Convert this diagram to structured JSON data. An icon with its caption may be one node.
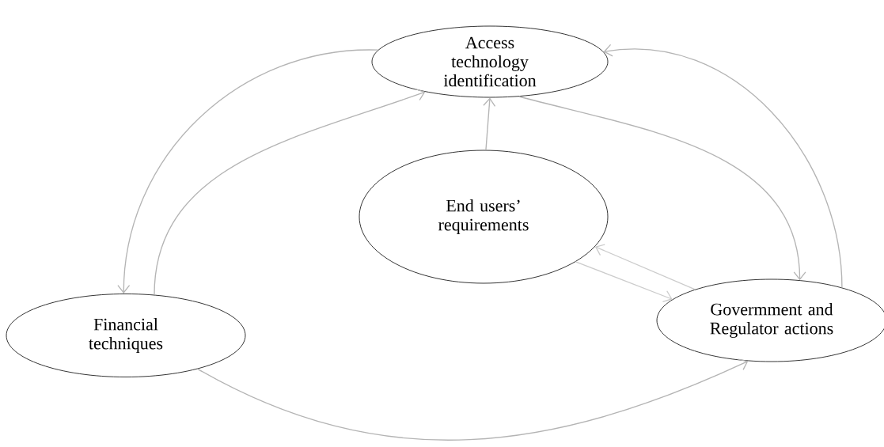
{
  "diagram": {
    "nodes": [
      {
        "text": [
          "Access technology identification"
        ]
      },
      {
        "text": [
          "End users’ requirements"
        ]
      },
      {
        "text": [
          "Financial techniques"
        ]
      },
      {
        "text": [
          "Govermment and Regulator actions"
        ]
      }
    ],
    "edges": [
      {
        "from": 0,
        "to": 2,
        "arrow": "to"
      },
      {
        "from": 2,
        "to": 0,
        "arrow": "to"
      },
      {
        "from": 0,
        "to": 3,
        "arrow": "to"
      },
      {
        "from": 3,
        "to": 0,
        "arrow": "to"
      },
      {
        "from": 1,
        "to": 0,
        "arrow": "to"
      },
      {
        "from": 3,
        "to": 1,
        "arrow": "to",
        "color": "#cccccc"
      },
      {
        "from": 1,
        "to": 3,
        "arrow": "to",
        "color": "#cccccc"
      },
      {
        "from": 2,
        "to": 3,
        "arrow": "to"
      }
    ]
  }
}
